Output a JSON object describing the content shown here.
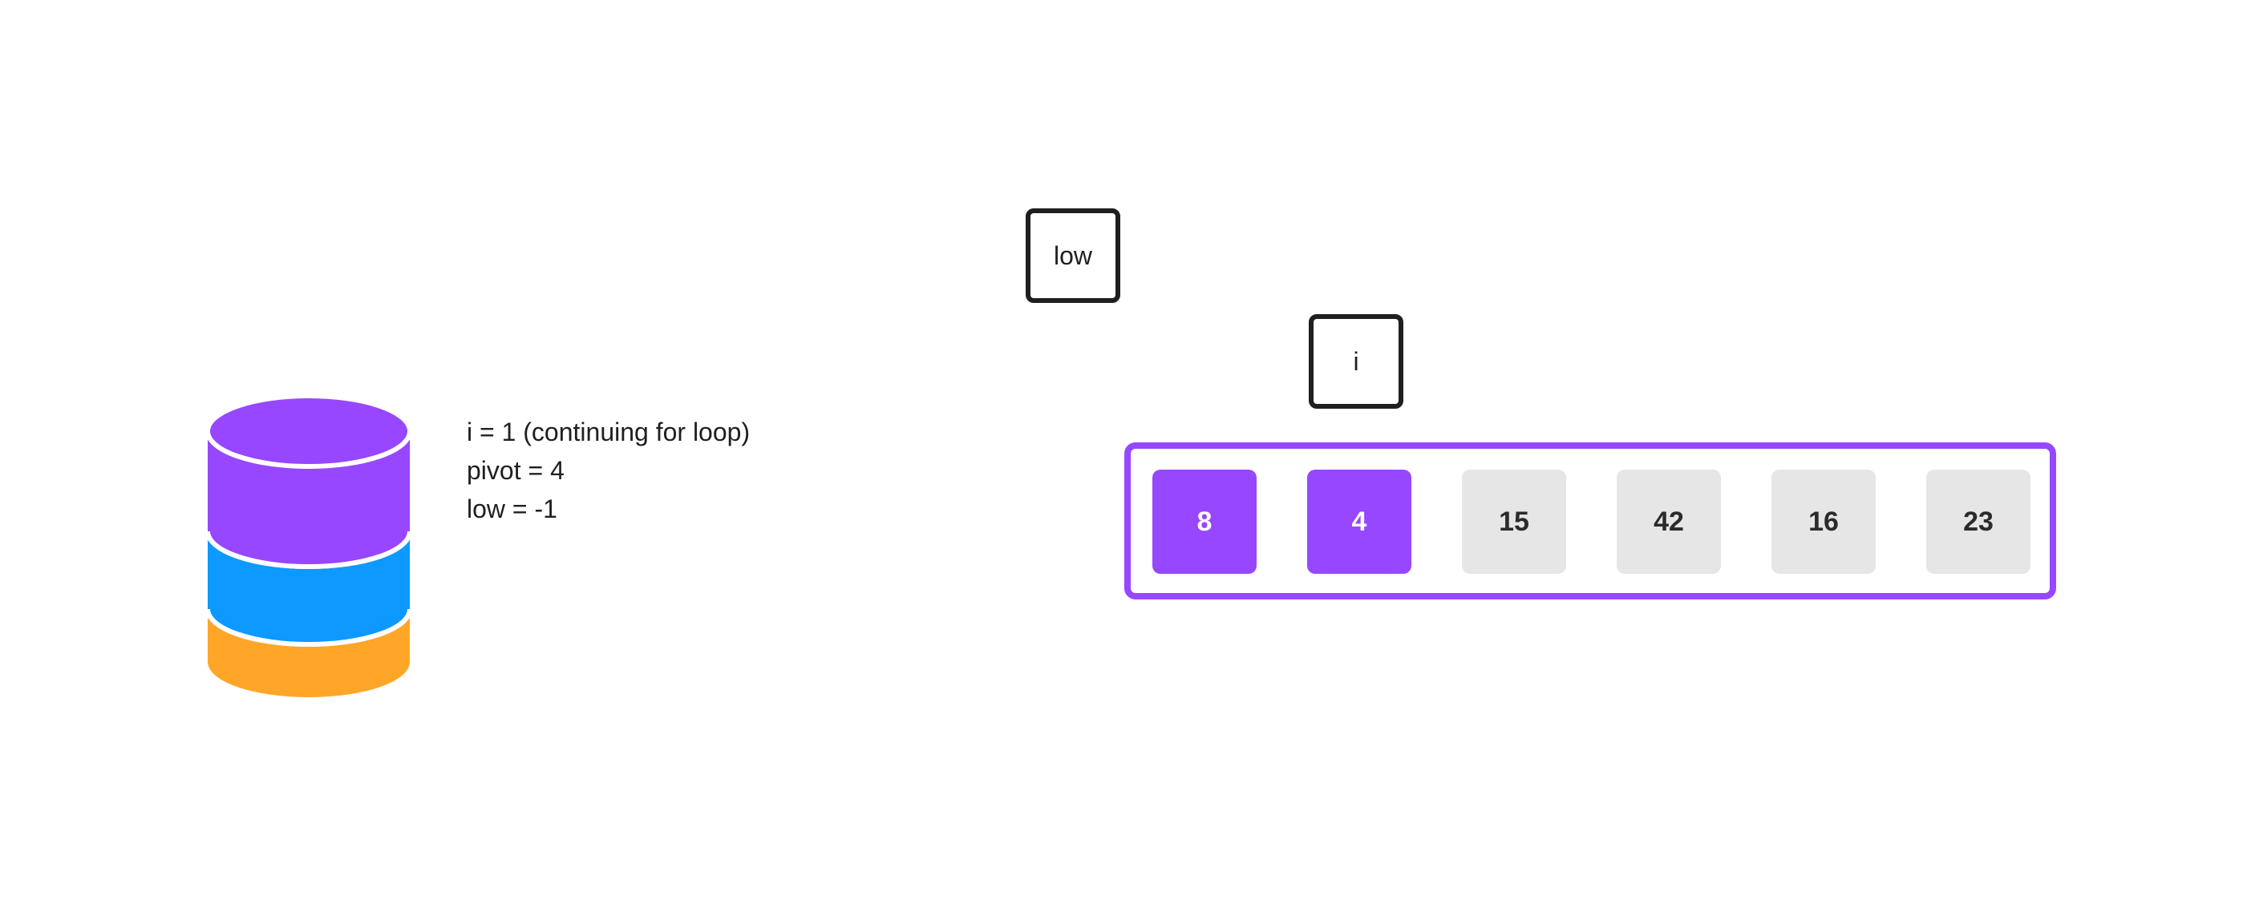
{
  "colors": {
    "accent": "#9747ff",
    "stack_top": "#9747ff",
    "stack_middle": "#0d99ff",
    "stack_bottom": "#ffa629",
    "cell_default": "#e6e6e6",
    "pointer_border": "#1f1f1f"
  },
  "icons": {
    "stack": "database-stack-icon"
  },
  "state": {
    "lines": [
      "i = 1 (continuing for loop)",
      "pivot = 4",
      "low = -1"
    ]
  },
  "pointers": {
    "low": "low",
    "i": "i"
  },
  "array": {
    "cells": [
      {
        "value": "8",
        "highlighted": true
      },
      {
        "value": "4",
        "highlighted": true
      },
      {
        "value": "15",
        "highlighted": false
      },
      {
        "value": "42",
        "highlighted": false
      },
      {
        "value": "16",
        "highlighted": false
      },
      {
        "value": "23",
        "highlighted": false
      }
    ]
  }
}
